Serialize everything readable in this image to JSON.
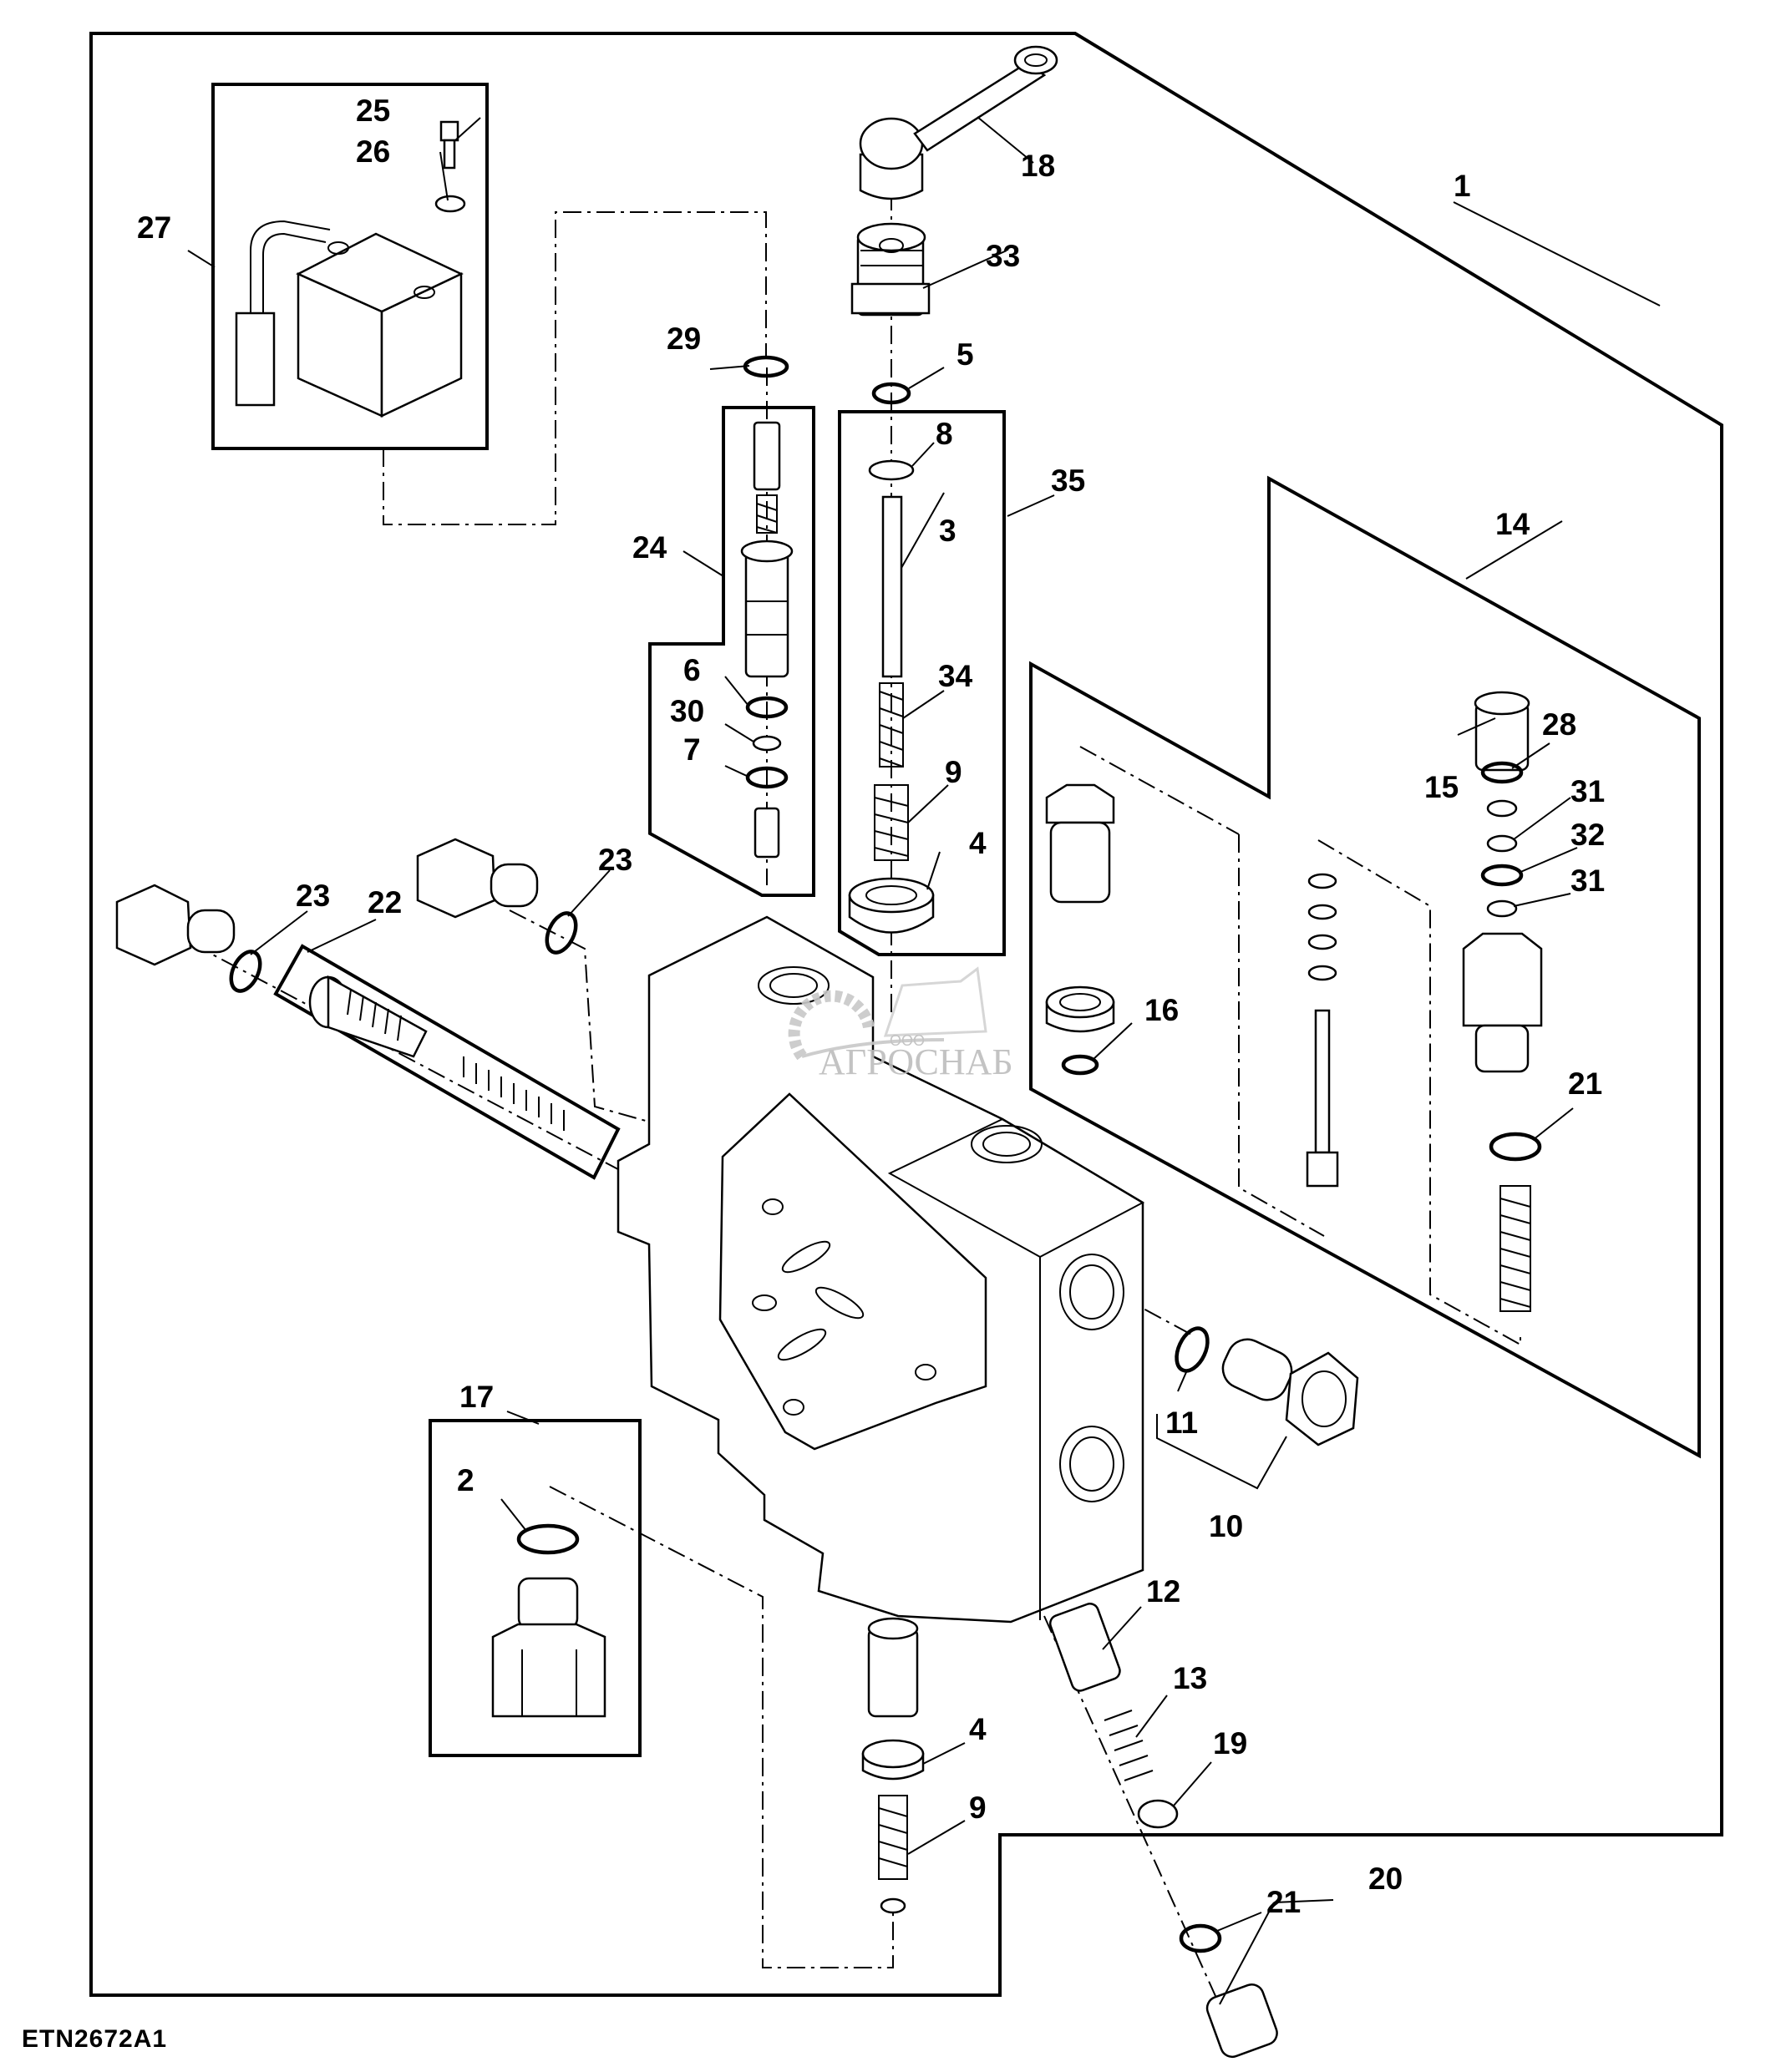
{
  "figure_id": "ETN2672A1",
  "watermark": {
    "small": "ООО",
    "brand": "АГРОСНАБ"
  },
  "callouts": {
    "c1": "1",
    "c2": "2",
    "c3": "3",
    "c4a": "4",
    "c4b": "4",
    "c5": "5",
    "c6": "6",
    "c7": "7",
    "c8": "8",
    "c9a": "9",
    "c9b": "9",
    "c10": "10",
    "c11": "11",
    "c12": "12",
    "c13": "13",
    "c14": "14",
    "c15": "15",
    "c16": "16",
    "c17": "17",
    "c18": "18",
    "c19": "19",
    "c20": "20",
    "c21a": "21",
    "c21b": "21",
    "c22": "22",
    "c23a": "23",
    "c23b": "23",
    "c24": "24",
    "c25": "25",
    "c26": "26",
    "c27": "27",
    "c28": "28",
    "c29": "29",
    "c30": "30",
    "c31a": "31",
    "c31b": "31",
    "c32": "32",
    "c33": "33",
    "c34": "34",
    "c35": "35"
  }
}
